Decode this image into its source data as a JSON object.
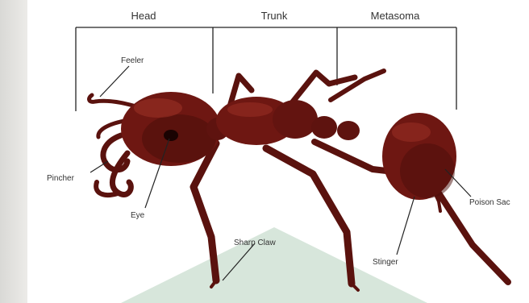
{
  "regions": {
    "head": "Head",
    "trunk": "Trunk",
    "metasoma": "Metasoma"
  },
  "parts": {
    "feeler": "Feeler",
    "pincher": "Pincher",
    "eye": "Eye",
    "sharp_claw": "Sharp Claw",
    "stinger": "Stinger",
    "poison_sac": "Poison Sac"
  },
  "colors": {
    "body": "#6e1712",
    "body_dark": "#3d0a08",
    "body_light": "#9a3025",
    "line": "#222222",
    "ground_shape": "#c9ddcf"
  }
}
